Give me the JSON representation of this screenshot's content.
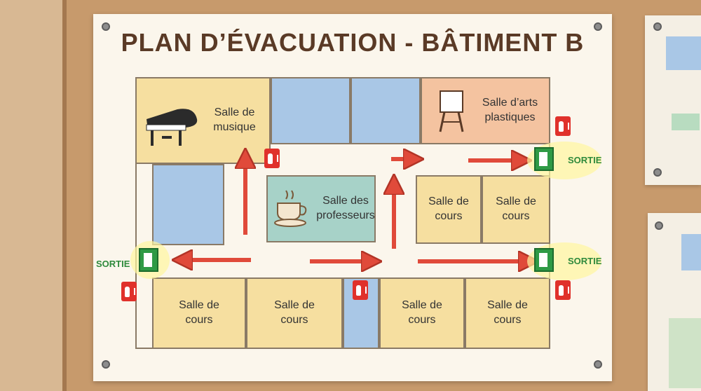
{
  "title": "PLAN D’ÉVACUATION - BÂTIMENT B",
  "rooms": {
    "music": "Salle de\nmusique",
    "arts": "Salle d’arts\nplastiques",
    "teachers": "Salle des\nprofesseurs",
    "class": "Salle de\ncours"
  },
  "exits": {
    "left": "SORTIE",
    "right_top": "SORTIE",
    "right_bottom": "SORTIE"
  },
  "colors": {
    "arrow": "#e04a3a",
    "exit": "#2f9a45",
    "extinguisher": "#e0312b"
  },
  "icons": [
    "piano-icon",
    "easel-icon",
    "coffee-cup-icon",
    "fire-extinguisher-icon",
    "emergency-exit-icon",
    "arrow-icon"
  ]
}
